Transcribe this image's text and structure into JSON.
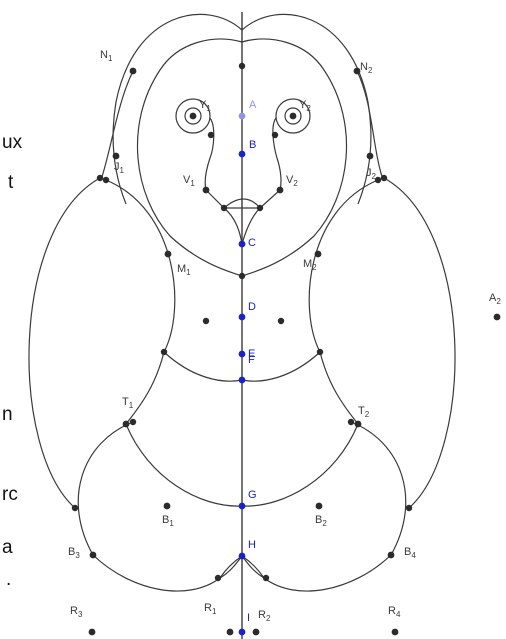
{
  "points": [
    {
      "name": "N",
      "sub": "1",
      "style": "black"
    },
    {
      "name": "N",
      "sub": "2",
      "style": "black"
    },
    {
      "name": "Y",
      "sub": "1",
      "style": "black"
    },
    {
      "name": "Y",
      "sub": "2",
      "style": "black"
    },
    {
      "name": "A",
      "sub": "",
      "style": "light"
    },
    {
      "name": "B",
      "sub": "",
      "style": "blue"
    },
    {
      "name": "J",
      "sub": "1",
      "style": "black"
    },
    {
      "name": "J",
      "sub": "2",
      "style": "black"
    },
    {
      "name": "V",
      "sub": "1",
      "style": "black"
    },
    {
      "name": "V",
      "sub": "2",
      "style": "black"
    },
    {
      "name": "C",
      "sub": "",
      "style": "blue"
    },
    {
      "name": "M",
      "sub": "1",
      "style": "black"
    },
    {
      "name": "M",
      "sub": "2",
      "style": "black"
    },
    {
      "name": "A",
      "sub": "2",
      "style": "black"
    },
    {
      "name": "D",
      "sub": "",
      "style": "blue"
    },
    {
      "name": "E",
      "sub": "",
      "style": "blue"
    },
    {
      "name": "F",
      "sub": "",
      "style": "blue"
    },
    {
      "name": "T",
      "sub": "1",
      "style": "black"
    },
    {
      "name": "T",
      "sub": "2",
      "style": "black"
    },
    {
      "name": "G",
      "sub": "",
      "style": "blue"
    },
    {
      "name": "B",
      "sub": "1",
      "style": "black"
    },
    {
      "name": "B",
      "sub": "2",
      "style": "black"
    },
    {
      "name": "H",
      "sub": "",
      "style": "blue"
    },
    {
      "name": "B",
      "sub": "3",
      "style": "black"
    },
    {
      "name": "B",
      "sub": "4",
      "style": "black"
    },
    {
      "name": "R",
      "sub": "3",
      "style": "black"
    },
    {
      "name": "R",
      "sub": "1",
      "style": "black"
    },
    {
      "name": "I",
      "sub": "",
      "style": "blue"
    },
    {
      "name": "R",
      "sub": "2",
      "style": "black"
    },
    {
      "name": "R",
      "sub": "4",
      "style": "black"
    }
  ],
  "edge_text": [
    "ux",
    "t",
    "n",
    "rc",
    "a",
    "."
  ]
}
